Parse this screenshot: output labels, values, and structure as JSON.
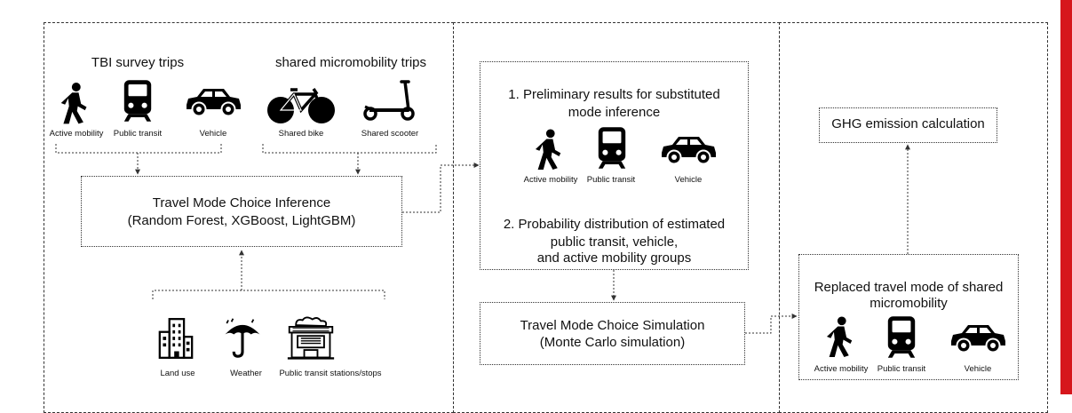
{
  "panel_left": {
    "tbi_title": "TBI survey trips",
    "micro_title": "shared micromobility trips",
    "icons": {
      "active_mobility": "Active mobility",
      "public_transit": "Public transit",
      "vehicle": "Vehicle",
      "shared_bike": "Shared bike",
      "shared_scooter": "Shared scooter"
    },
    "inference_box": {
      "line1": "Travel Mode Choice Inference",
      "line2": "(Random Forest, XGBoost, LightGBM)"
    },
    "features": {
      "land_use": "Land use",
      "weather": "Weather",
      "stations": "Public transit stations/stops"
    }
  },
  "panel_middle": {
    "results_box": {
      "item1_line1": "1. Preliminary results for substituted",
      "item1_line2": "mode inference",
      "icons": {
        "active_mobility": "Active mobility",
        "public_transit": "Public transit",
        "vehicle": "Vehicle"
      },
      "item2_line1": "2. Probability distribution of estimated",
      "item2_line2": "public transit, vehicle,",
      "item2_line3": "and active mobility groups"
    },
    "simulation_box": {
      "line1": "Travel Mode Choice Simulation",
      "line2": "(Monte Carlo simulation)"
    }
  },
  "panel_right": {
    "ghg_box": {
      "label": "GHG emission calculation"
    },
    "replaced_box": {
      "line1": "Replaced travel mode of shared",
      "line2": "micromobility",
      "icons": {
        "active_mobility": "Active mobility",
        "public_transit": "Public transit",
        "vehicle": "Vehicle"
      }
    }
  },
  "icon_names": [
    "walking-person-icon",
    "train-icon",
    "car-icon",
    "bicycle-icon",
    "scooter-icon",
    "building-icon",
    "umbrella-icon",
    "station-icon"
  ],
  "colors": {
    "line": "#333333",
    "text": "#111111",
    "accent_bar": "#d6161c",
    "background": "#ffffff"
  }
}
